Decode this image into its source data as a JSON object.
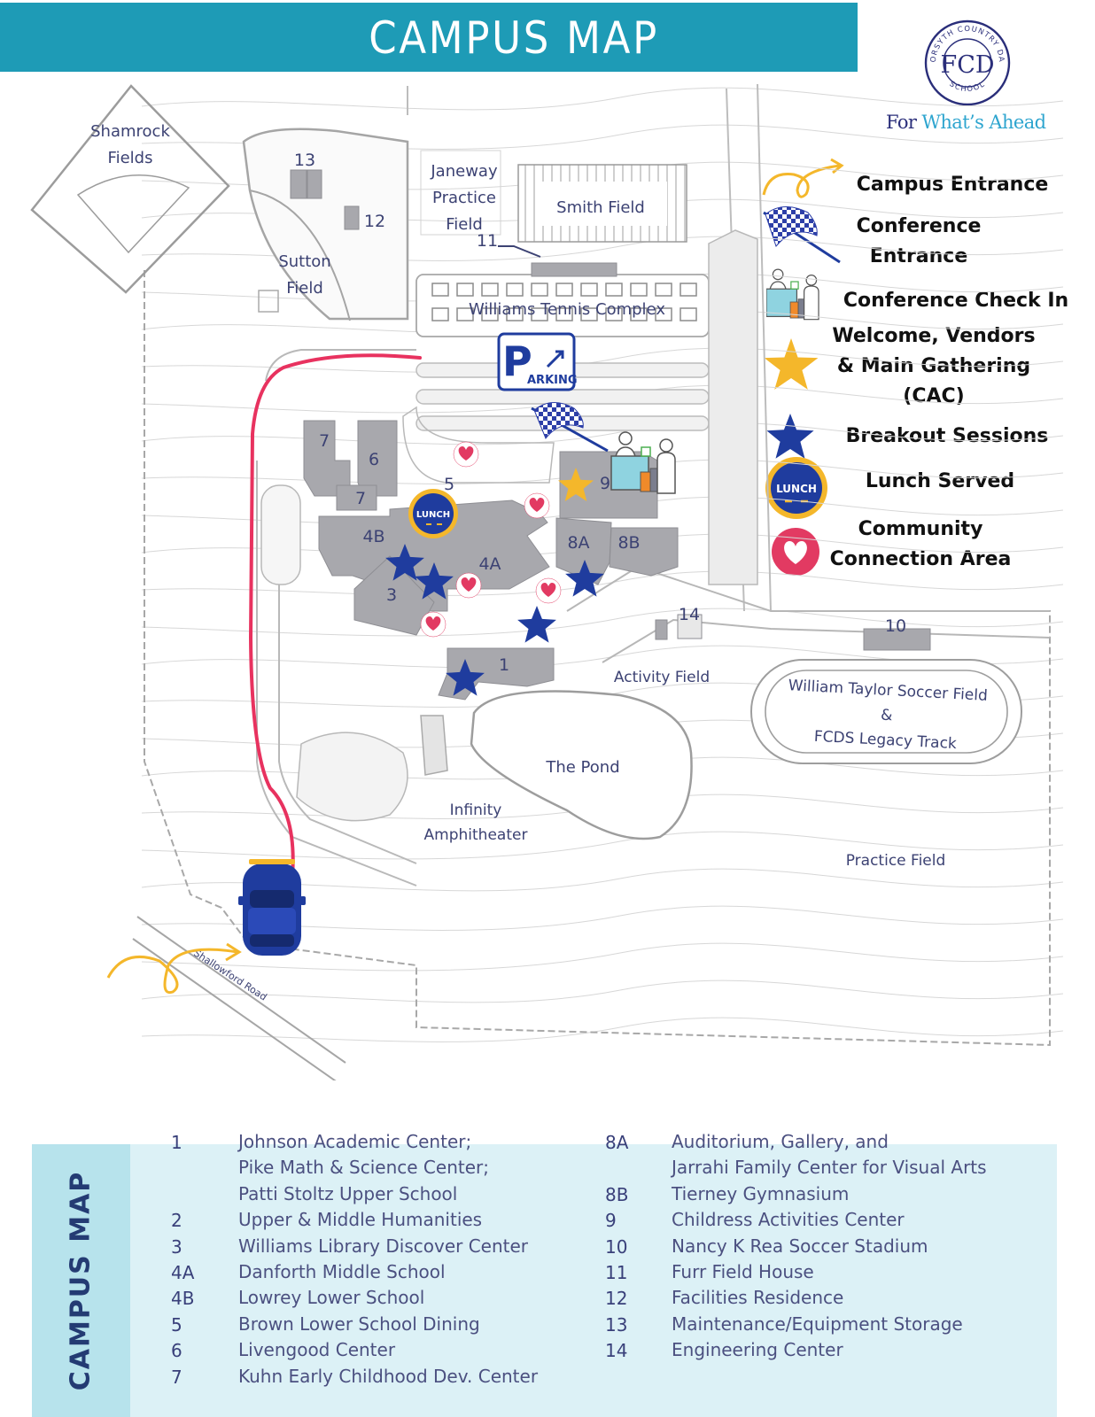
{
  "header": {
    "title": "CAMPUS MAP"
  },
  "logo": {
    "arc_text": "FORSYTH COUNTRY DAY",
    "bottom_text": "SCHOOL",
    "monogram": "FCD"
  },
  "tagline": {
    "part1": "For ",
    "part2": "What’s Ahead"
  },
  "legend": [
    {
      "icon": "curved-arrow-icon",
      "lines": [
        "Campus Entrance"
      ]
    },
    {
      "icon": "checkered-flag-icon",
      "lines": [
        "Conference",
        "Entrance"
      ]
    },
    {
      "icon": "check-in-desk-icon",
      "lines": [
        "Conference Check In"
      ]
    },
    {
      "icon": "yellow-star-icon",
      "lines": [
        "Welcome, Vendors",
        "& Main Gathering",
        "(CAC)"
      ]
    },
    {
      "icon": "blue-star-icon",
      "lines": [
        "Breakout Sessions"
      ]
    },
    {
      "icon": "lunch-icon",
      "lines": [
        "Lunch Served"
      ]
    },
    {
      "icon": "heart-icon",
      "lines": [
        "Community",
        "Connection Area"
      ]
    }
  ],
  "map": {
    "lunch_badge": "LUNCH",
    "parking_letter": "P",
    "parking_text": "ARKING",
    "places": [
      {
        "id": "shamrock",
        "lines": [
          "Shamrock",
          "Fields"
        ]
      },
      {
        "id": "sutton",
        "lines": [
          "Sutton",
          "Field"
        ]
      },
      {
        "id": "janeway",
        "lines": [
          "Janeway",
          "Practice",
          "Field"
        ]
      },
      {
        "id": "smith",
        "lines": [
          "Smith Field"
        ]
      },
      {
        "id": "tennis",
        "lines": [
          "Williams Tennis Complex"
        ]
      },
      {
        "id": "activity",
        "lines": [
          "Activity Field"
        ]
      },
      {
        "id": "soccer",
        "lines": [
          "William Taylor Soccer Field",
          "&",
          "FCDS Legacy Track"
        ]
      },
      {
        "id": "pond",
        "lines": [
          "The Pond"
        ]
      },
      {
        "id": "amphitheater",
        "lines": [
          "Infinity",
          "Amphitheater"
        ]
      },
      {
        "id": "practice",
        "lines": [
          "Practice Field"
        ]
      },
      {
        "id": "road",
        "lines": [
          "Shallowford Road"
        ]
      }
    ],
    "buildings": [
      "1",
      "3",
      "4A",
      "4B",
      "5",
      "6",
      "7",
      "7",
      "8A",
      "8B",
      "9",
      "10",
      "11",
      "12",
      "13",
      "14"
    ]
  },
  "key": {
    "title": "CAMPUS MAP",
    "left": [
      {
        "num": "1",
        "lines": [
          "Johnson Academic Center;",
          "Pike Math & Science Center;",
          "Patti Stoltz Upper School"
        ]
      },
      {
        "num": "2",
        "lines": [
          "Upper & Middle Humanities"
        ]
      },
      {
        "num": "3",
        "lines": [
          "Williams Library Discover Center"
        ]
      },
      {
        "num": "4A",
        "lines": [
          "Danforth Middle School"
        ]
      },
      {
        "num": "4B",
        "lines": [
          "Lowrey Lower School"
        ]
      },
      {
        "num": "5",
        "lines": [
          "Brown Lower School Dining"
        ]
      },
      {
        "num": "6",
        "lines": [
          "Livengood Center"
        ]
      },
      {
        "num": "7",
        "lines": [
          "Kuhn Early Childhood Dev. Center"
        ]
      }
    ],
    "right": [
      {
        "num": "8A",
        "lines": [
          "Auditorium, Gallery, and",
          "Jarrahi Family Center for Visual Arts"
        ]
      },
      {
        "num": "8B",
        "lines": [
          "Tierney Gymnasium"
        ]
      },
      {
        "num": "9",
        "lines": [
          "Childress Activities Center"
        ]
      },
      {
        "num": "10",
        "lines": [
          "Nancy K Rea Soccer Stadium"
        ]
      },
      {
        "num": "11",
        "lines": [
          "Furr Field House"
        ]
      },
      {
        "num": "12",
        "lines": [
          "Facilities Residence"
        ]
      },
      {
        "num": "13",
        "lines": [
          "Maintenance/Equipment Storage"
        ]
      },
      {
        "num": "14",
        "lines": [
          "Engineering Center"
        ]
      }
    ]
  },
  "colors": {
    "banner": "#1e9bb6",
    "navy": "#1f3c9e",
    "gold": "#f4b72b",
    "route": "#e8325f",
    "building": "#a8a8ad",
    "key_bg": "#dcf1f6"
  }
}
